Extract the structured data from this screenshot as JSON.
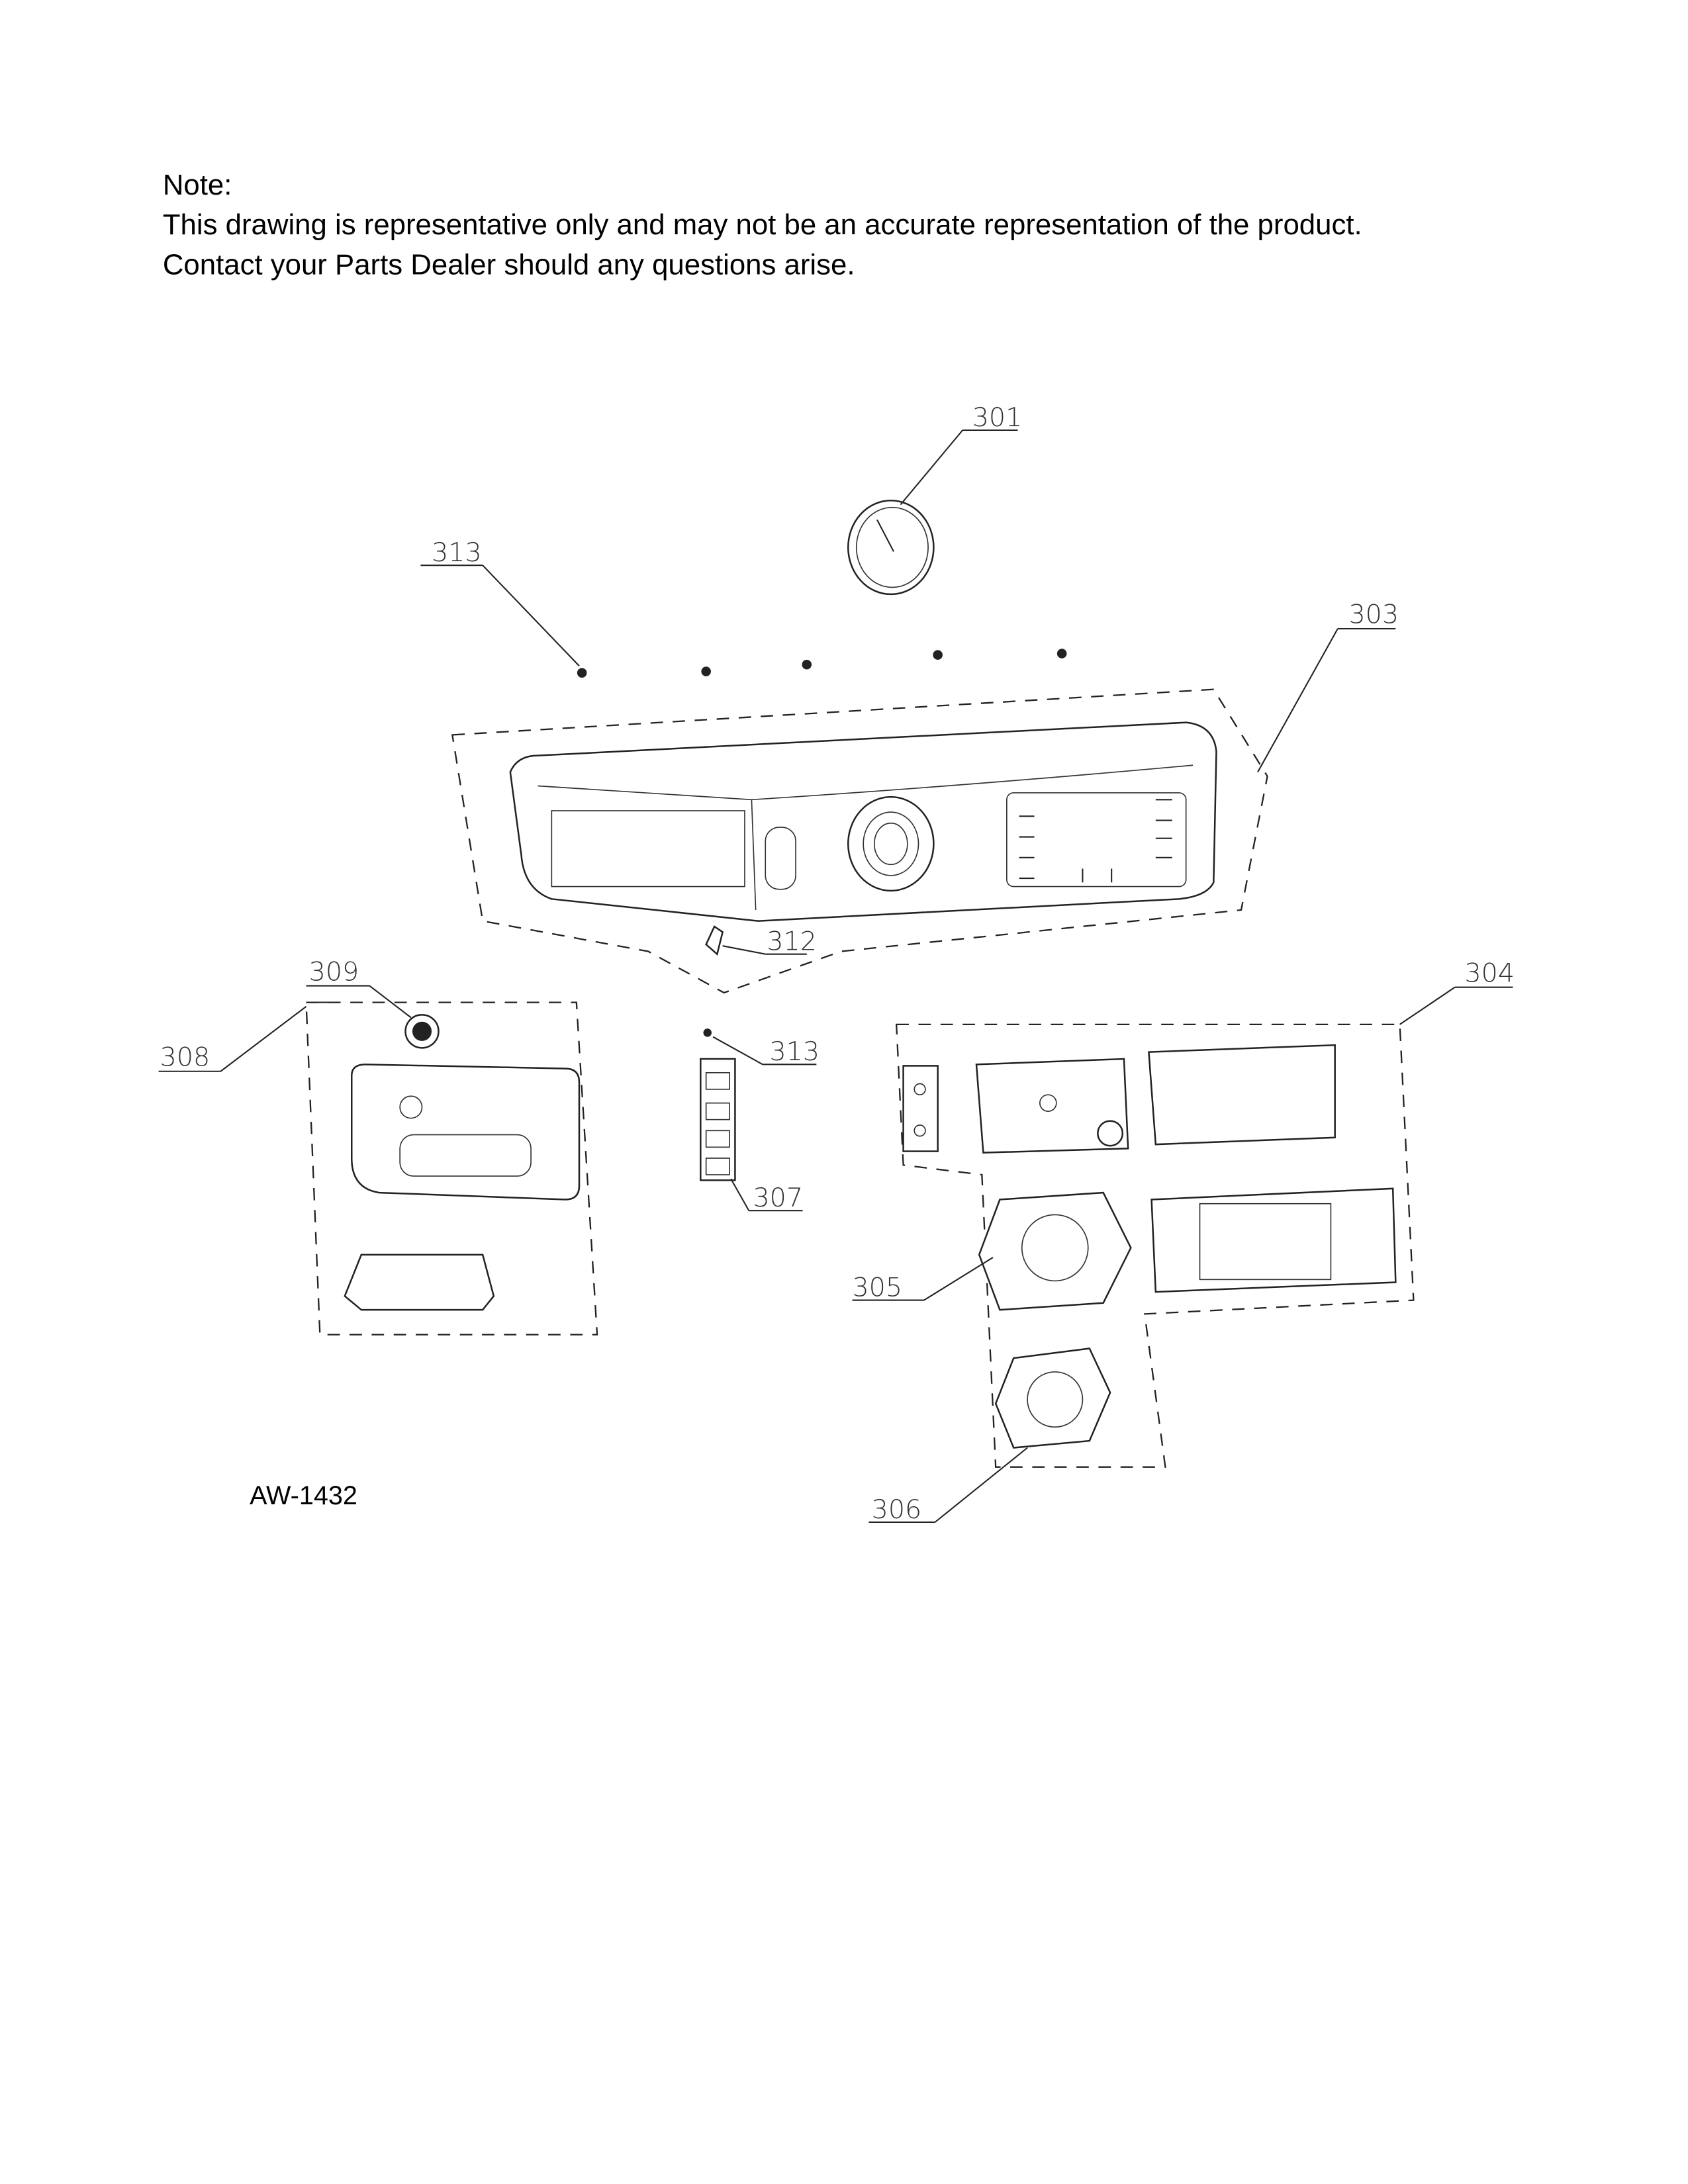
{
  "note": {
    "heading": "Note:",
    "line1": "This drawing is representative only and may not be an accurate representation of the product.",
    "line2": "Contact your Parts Dealer should any questions arise."
  },
  "drawing_id": "AW-1432",
  "callouts": {
    "c301": "301",
    "c313a": "313",
    "c303": "303",
    "c312": "312",
    "c309": "309",
    "c308": "308",
    "c304": "304",
    "c313b": "313",
    "c307": "307",
    "c305": "305",
    "c306": "306"
  }
}
